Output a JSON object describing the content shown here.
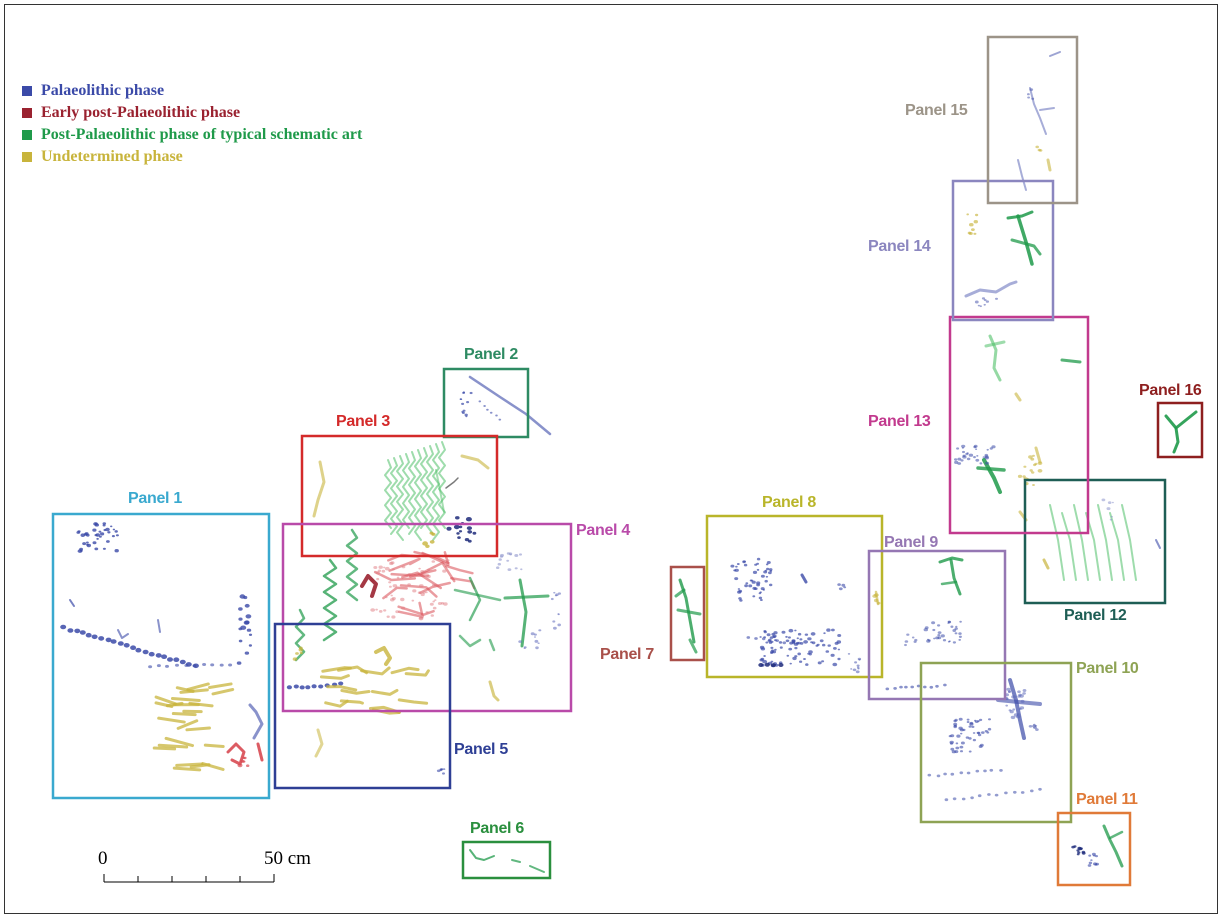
{
  "legend": {
    "items": [
      {
        "label": "Palaeolithic phase",
        "color": "#3b4aa8"
      },
      {
        "label": "Early post-Palaeolithic phase",
        "color": "#9a2230"
      },
      {
        "label": "Post-Palaeolithic phase of typical schematic art",
        "color": "#1f9a4a"
      },
      {
        "label": "Undetermined phase",
        "color": "#c8b43c"
      }
    ]
  },
  "panels": [
    {
      "label": "Panel 1",
      "color": "#3aa9cf"
    },
    {
      "label": "Panel 2",
      "color": "#2e8b63"
    },
    {
      "label": "Panel 3",
      "color": "#d42a2a"
    },
    {
      "label": "Panel 4",
      "color": "#b94aa9"
    },
    {
      "label": "Panel 5",
      "color": "#2e3f95"
    },
    {
      "label": "Panel 6",
      "color": "#2a8f3e"
    },
    {
      "label": "Panel 7",
      "color": "#a9504a"
    },
    {
      "label": "Panel 8",
      "color": "#b9b52a"
    },
    {
      "label": "Panel 9",
      "color": "#9577b3"
    },
    {
      "label": "Panel 10",
      "color": "#8ea354"
    },
    {
      "label": "Panel 11",
      "color": "#e07a38"
    },
    {
      "label": "Panel 12",
      "color": "#1e5e55"
    },
    {
      "label": "Panel 13",
      "color": "#c23a8e"
    },
    {
      "label": "Panel 14",
      "color": "#8b86bf"
    },
    {
      "label": "Panel 15",
      "color": "#9c9488"
    },
    {
      "label": "Panel 16",
      "color": "#8e1f1f"
    }
  ],
  "scale_bar": {
    "start_label": "0",
    "end_label": "50 cm"
  }
}
